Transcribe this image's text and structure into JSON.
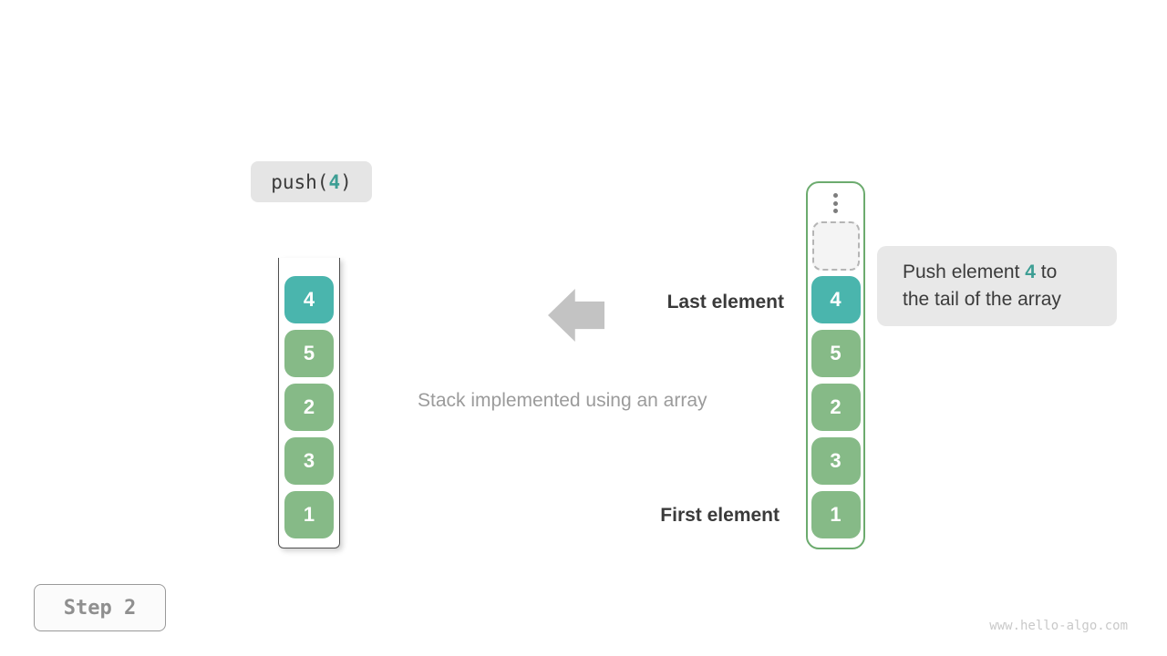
{
  "push_call": {
    "prefix": "push(",
    "arg": "4",
    "suffix": ")"
  },
  "left_stack": {
    "items": [
      {
        "value": "4",
        "highlight": true
      },
      {
        "value": "5",
        "highlight": false
      },
      {
        "value": "2",
        "highlight": false
      },
      {
        "value": "3",
        "highlight": false
      },
      {
        "value": "1",
        "highlight": false
      }
    ]
  },
  "right_stack": {
    "ellipsis_icon": "vertical-dots",
    "placeholder": "empty-slot",
    "items": [
      {
        "value": "4",
        "highlight": true
      },
      {
        "value": "5",
        "highlight": false
      },
      {
        "value": "2",
        "highlight": false
      },
      {
        "value": "3",
        "highlight": false
      },
      {
        "value": "1",
        "highlight": false
      }
    ]
  },
  "labels": {
    "last_element": "Last element",
    "first_element": "First element",
    "caption": "Stack implemented using an array"
  },
  "tooltip": {
    "line1_before": "Push element ",
    "line1_highlight": "4",
    "line1_after": " to",
    "line2": "the tail of the array"
  },
  "step_badge": "Step 2",
  "watermark": "www.hello-algo.com",
  "colors": {
    "highlight_element": "#4ab5ad",
    "normal_element": "#86ba87",
    "accent_text": "#3d9e94",
    "right_container_border": "#6cab6e",
    "arrow": "#c3c3c3",
    "badge_background": "#e5e5e5",
    "tooltip_background": "#e8e8e8",
    "caption_text": "#9b9b9b",
    "dark_text": "#3a3a3a"
  }
}
